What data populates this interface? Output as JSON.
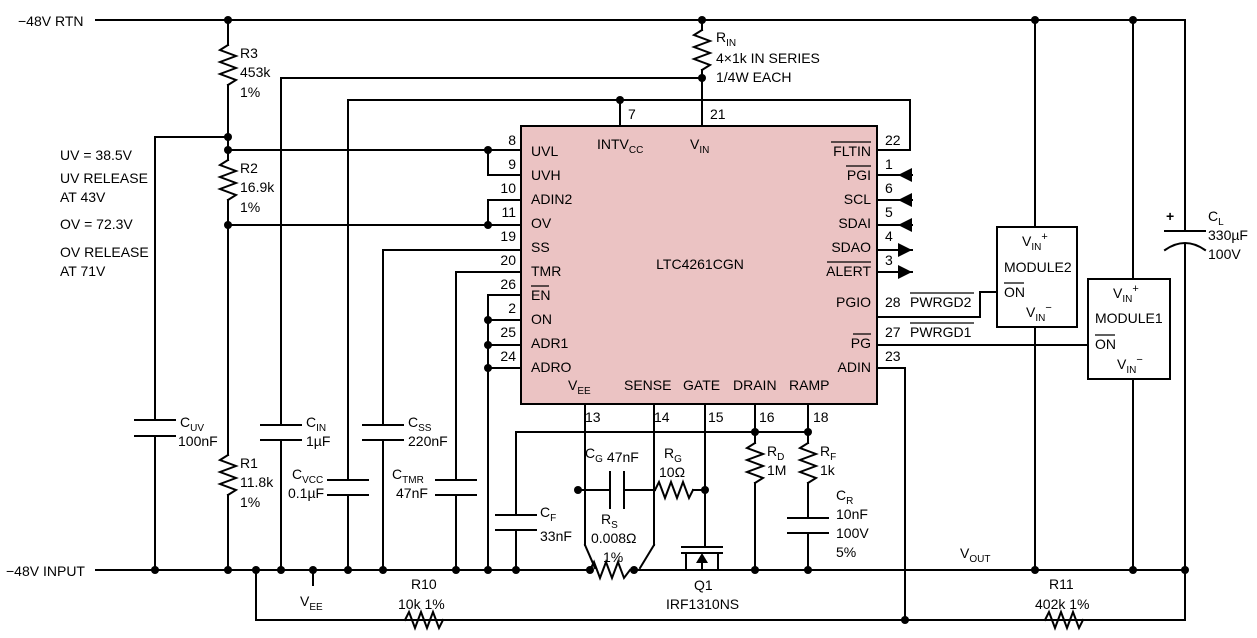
{
  "rails": {
    "rtn": "−48V RTN",
    "input": "−48V INPUT"
  },
  "chip": {
    "name": "LTC4261CGN",
    "left_pins": [
      {
        "num": "8",
        "label": "UVL"
      },
      {
        "num": "9",
        "label": "UVH"
      },
      {
        "num": "10",
        "label": "ADIN2"
      },
      {
        "num": "11",
        "label": "OV"
      },
      {
        "num": "19",
        "label": "SS"
      },
      {
        "num": "20",
        "label": "TMR"
      },
      {
        "num": "26",
        "label": "EN"
      },
      {
        "num": "2",
        "label": "ON"
      },
      {
        "num": "25",
        "label": "ADR1"
      },
      {
        "num": "24",
        "label": "ADRO"
      }
    ],
    "right_pins": [
      {
        "num": "22",
        "label": "FLTIN"
      },
      {
        "num": "1",
        "label": "PGI"
      },
      {
        "num": "6",
        "label": "SCL"
      },
      {
        "num": "5",
        "label": "SDAI"
      },
      {
        "num": "4",
        "label": "SDAO"
      },
      {
        "num": "3",
        "label": "ALERT"
      },
      {
        "num": "28",
        "label": "PGIO"
      },
      {
        "num": "27",
        "label": "PG"
      },
      {
        "num": "23",
        "label": "ADIN"
      }
    ],
    "top_pins": [
      {
        "num": "7",
        "label": "INTV",
        "sub": "CC"
      },
      {
        "num": "21",
        "label": "V",
        "sub": "IN"
      }
    ],
    "bottom_pins": [
      {
        "num": "13",
        "label": "V",
        "sub": "EE"
      },
      {
        "num": "14",
        "label": "SENSE"
      },
      {
        "num": "15",
        "label": "GATE"
      },
      {
        "num": "16",
        "label": "DRAIN"
      },
      {
        "num": "18",
        "label": "RAMP"
      }
    ]
  },
  "components": {
    "rin": {
      "name": "R",
      "sub": "IN",
      "line1": "4×1k IN SERIES",
      "line2": "1/4W EACH"
    },
    "r3": {
      "name": "R3",
      "value": "453k",
      "tol": "1%"
    },
    "r2": {
      "name": "R2",
      "value": "16.9k",
      "tol": "1%"
    },
    "r1": {
      "name": "R1",
      "value": "11.8k",
      "tol": "1%"
    },
    "cuv": {
      "name": "C",
      "sub": "UV",
      "value": "100nF"
    },
    "cin": {
      "name": "C",
      "sub": "IN",
      "value": "1µF"
    },
    "cvcc": {
      "name": "C",
      "sub": "VCC",
      "value": "0.1µF"
    },
    "css": {
      "name": "C",
      "sub": "SS",
      "value": "220nF"
    },
    "ctmr": {
      "name": "C",
      "sub": "TMR",
      "value": "47nF"
    },
    "cf": {
      "name": "C",
      "sub": "F",
      "value": "33nF"
    },
    "cg": {
      "name": "C",
      "sub": "G",
      "value": "47nF"
    },
    "rg": {
      "name": "R",
      "sub": "G",
      "value": "10Ω"
    },
    "rs": {
      "name": "R",
      "sub": "S",
      "value": "0.008Ω",
      "tol": "1%"
    },
    "rd": {
      "name": "R",
      "sub": "D",
      "value": "1M"
    },
    "rf": {
      "name": "R",
      "sub": "F",
      "value": "1k"
    },
    "cr": {
      "name": "C",
      "sub": "R",
      "value": "10nF",
      "volt": "100V",
      "tol": "5%"
    },
    "cl": {
      "name": "C",
      "sub": "L",
      "value": "330µF",
      "volt": "100V"
    },
    "q1": {
      "name": "Q1",
      "part": "IRF1310NS"
    },
    "r10": {
      "name": "R10",
      "value": "10k 1%"
    },
    "r11": {
      "name": "R11",
      "value": "402k 1%"
    }
  },
  "annotations": {
    "uv": "UV = 38.5V",
    "uv_release_1": "UV RELEASE",
    "uv_release_2": "AT 43V",
    "ov": "OV = 72.3V",
    "ov_release_1": "OV RELEASE",
    "ov_release_2": "AT 71V",
    "vee": {
      "name": "V",
      "sub": "EE"
    },
    "vout": {
      "name": "V",
      "sub": "OUT"
    },
    "pwrgd2": "PWRGD2",
    "pwrgd1": "PWRGD1"
  },
  "modules": {
    "module2": {
      "vin_plus": "V",
      "vin_plus_sub": "IN",
      "plus": "+",
      "label": "MODULE2",
      "on": "ON",
      "vin_minus": "V",
      "vin_minus_sub": "IN",
      "minus": "−"
    },
    "module1": {
      "vin_plus": "V",
      "vin_plus_sub": "IN",
      "plus": "+",
      "label": "MODULE1",
      "on": "ON",
      "vin_minus": "V",
      "vin_minus_sub": "IN",
      "minus": "−"
    }
  },
  "colors": {
    "chip_fill": "#EBC3C3",
    "line": "#000000",
    "background": "#FFFFFF"
  }
}
